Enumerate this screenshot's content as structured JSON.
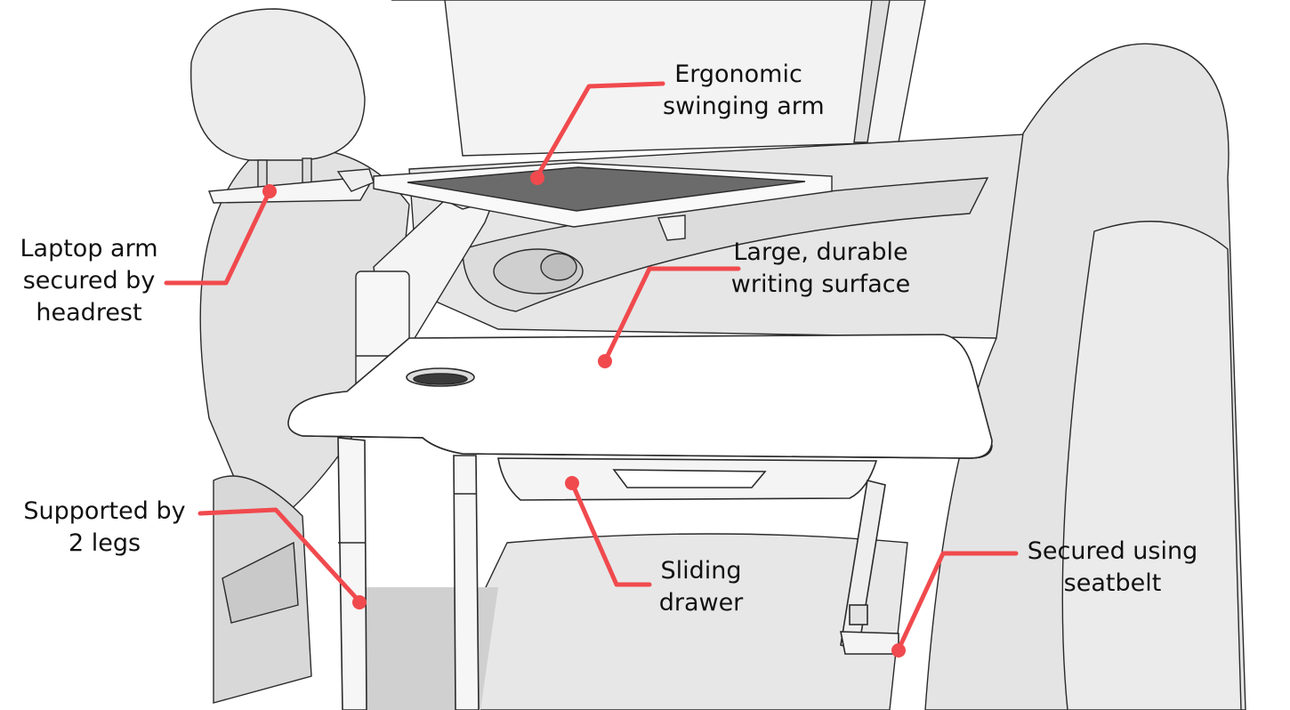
{
  "colors": {
    "accent": "#f04a4e",
    "line": "#2a2a2a",
    "interior_fill": "#e9e9e9",
    "interior_shade": "#d4d4d4",
    "screen": "#6b6b6b",
    "surface": "#ffffff"
  },
  "callouts": {
    "arm": {
      "lines": [
        "Ergonomic",
        "swinging arm"
      ]
    },
    "headrest": {
      "lines": [
        "Laptop arm",
        "secured by",
        "headrest"
      ]
    },
    "surface": {
      "lines": [
        "Large, durable",
        "writing surface"
      ]
    },
    "legs": {
      "lines": [
        "Supported by",
        "2 legs"
      ]
    },
    "drawer": {
      "lines": [
        "Sliding",
        "drawer"
      ]
    },
    "seatbelt": {
      "lines": [
        "Secured using",
        "seatbelt"
      ]
    }
  }
}
